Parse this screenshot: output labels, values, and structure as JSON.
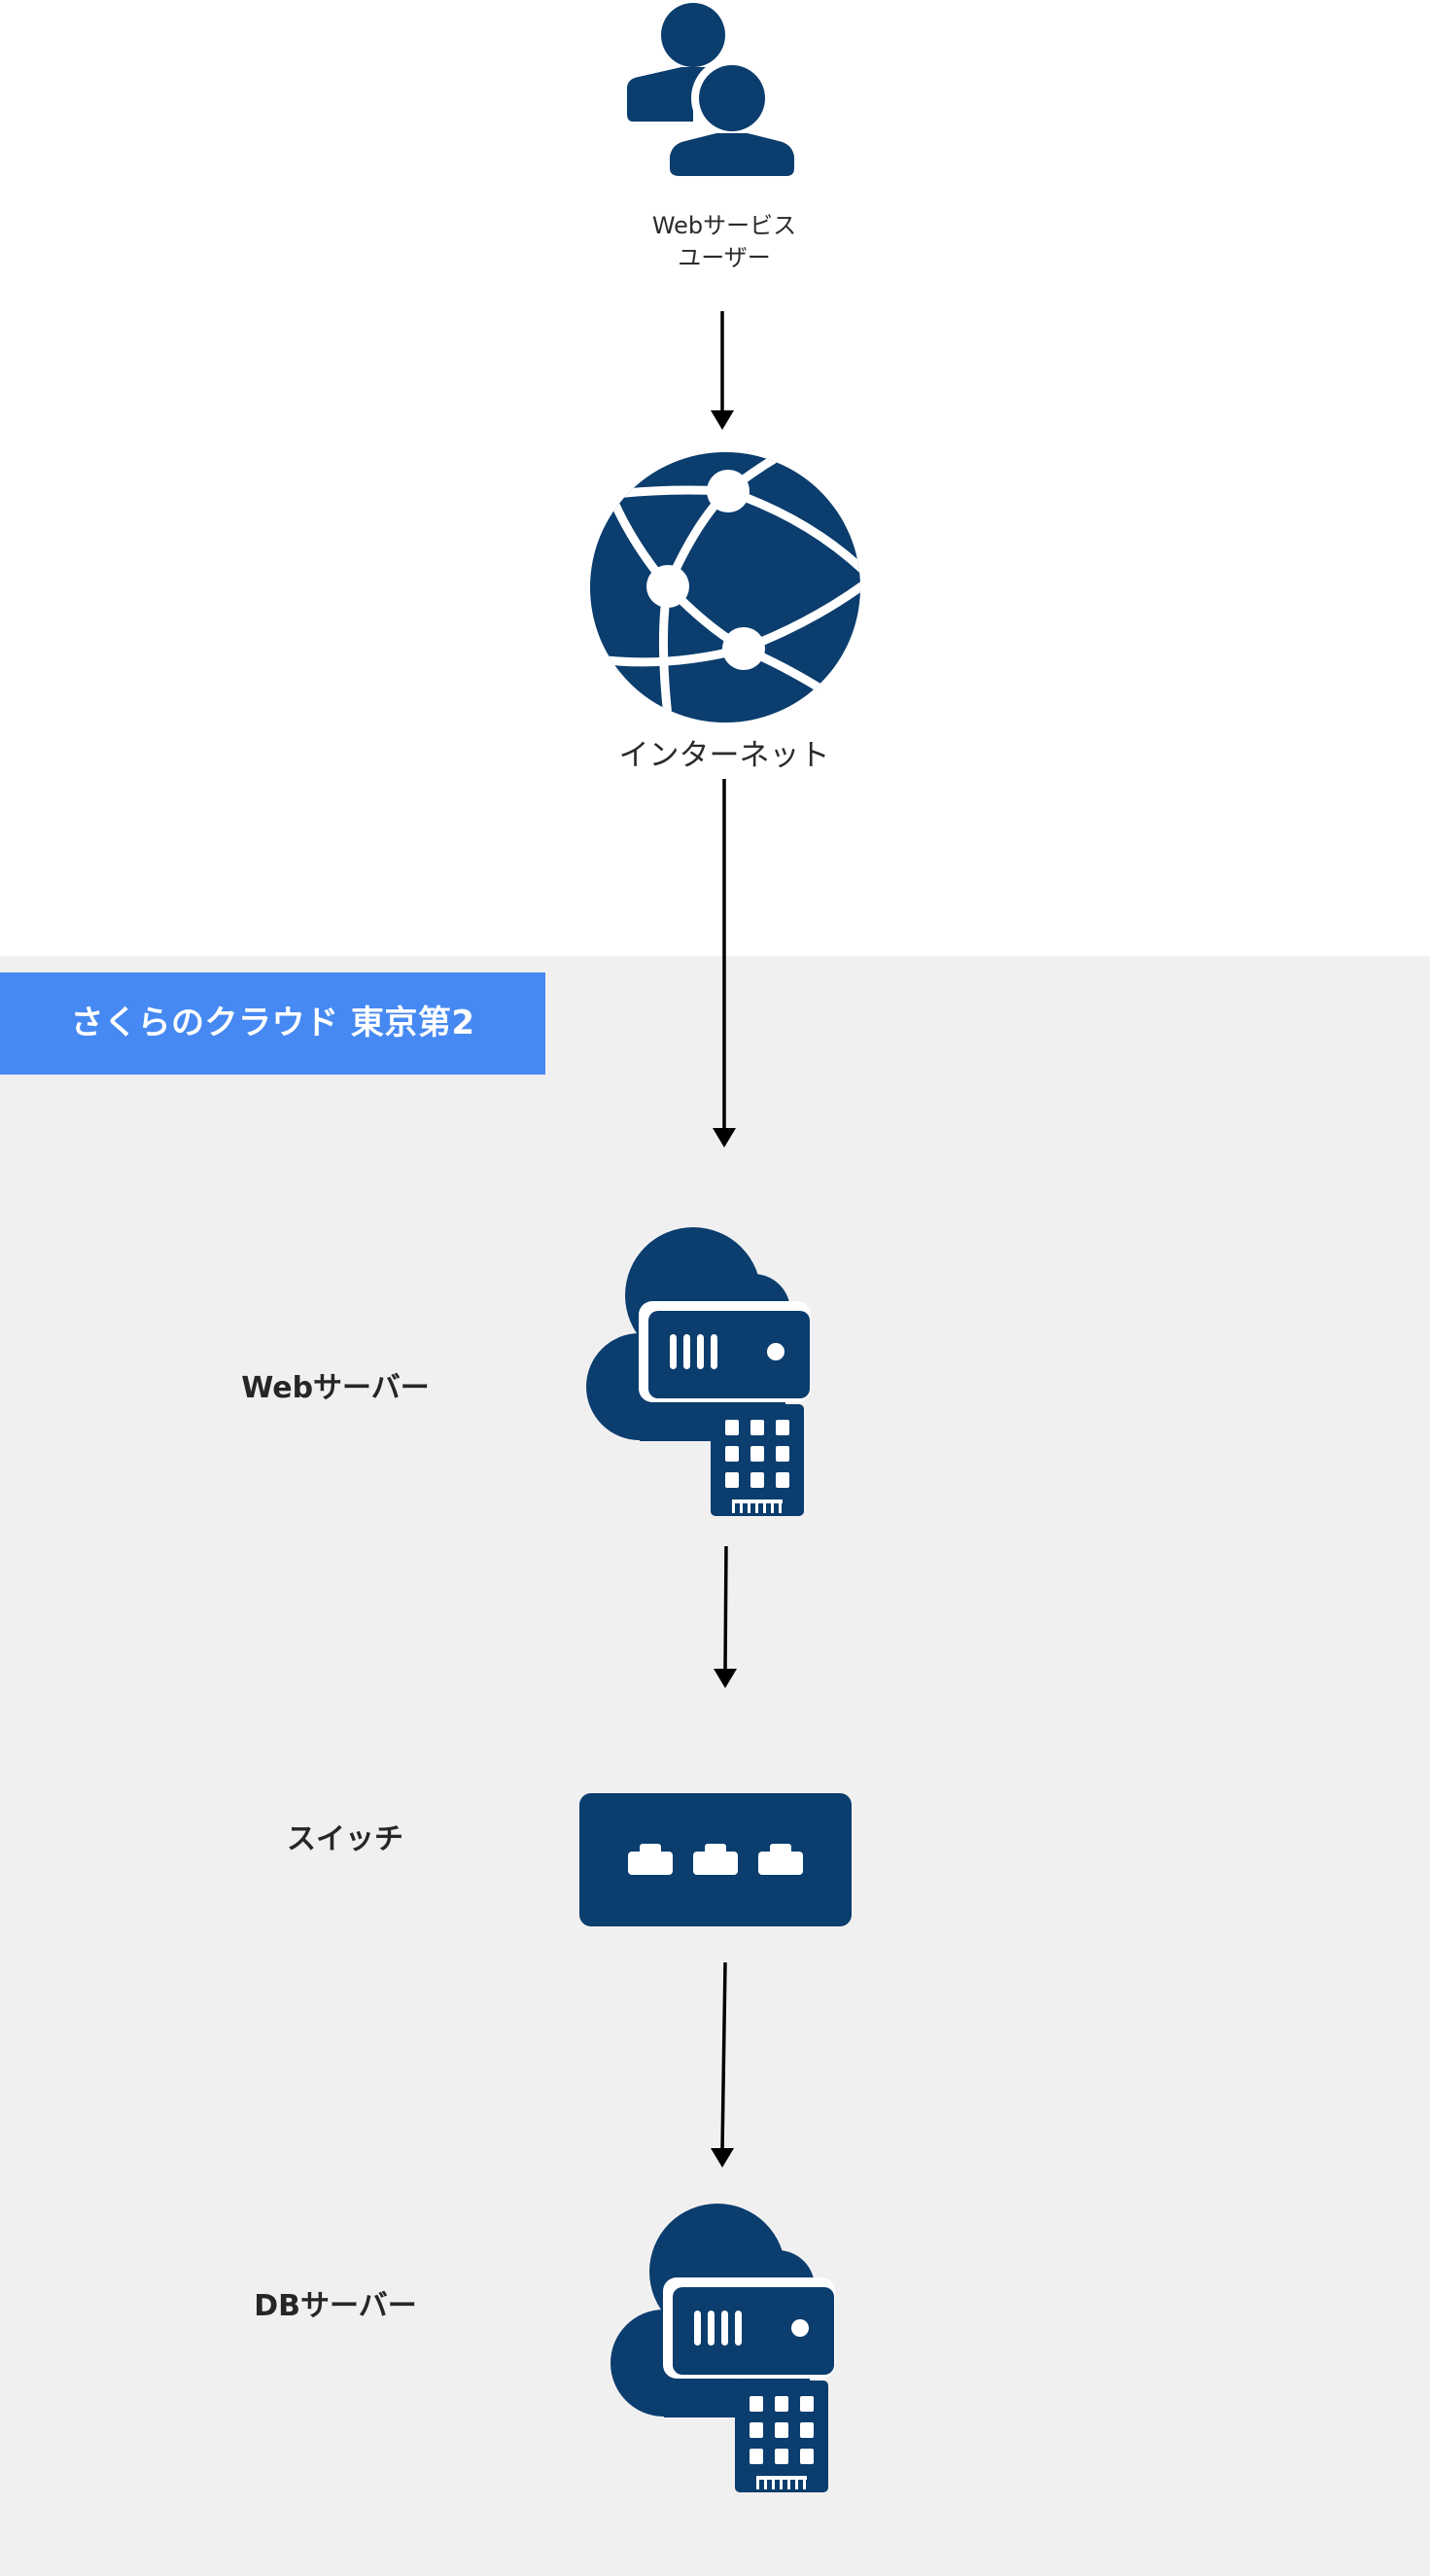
{
  "colors": {
    "icon": "#0b3d6e",
    "zone_background": "#f1f0f1",
    "zone_header": "#4689f2",
    "zone_header_text": "#ffffff",
    "arrow": "#000000",
    "label": "#2b2b2b"
  },
  "nodes": {
    "users": {
      "label": "Webサービス\nユーザー",
      "icon": "users-icon"
    },
    "internet": {
      "label": "インターネット",
      "icon": "globe-network-icon"
    },
    "web_server": {
      "label": "Webサーバー",
      "icon": "cloud-server-icon"
    },
    "switch": {
      "label": "スイッチ",
      "icon": "network-switch-icon"
    },
    "db_server": {
      "label": "DBサーバー",
      "icon": "cloud-server-icon"
    }
  },
  "zone": {
    "title": "さくらのクラウド 東京第2"
  },
  "edges": [
    {
      "from": "users",
      "to": "internet"
    },
    {
      "from": "internet",
      "to": "web_server"
    },
    {
      "from": "web_server",
      "to": "switch"
    },
    {
      "from": "switch",
      "to": "db_server"
    }
  ]
}
